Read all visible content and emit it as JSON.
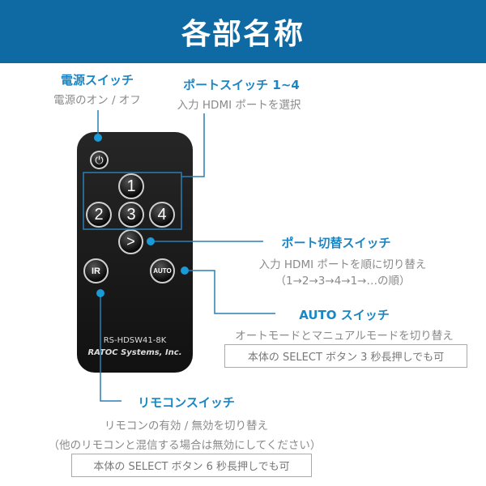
{
  "title": "各部名称",
  "power": {
    "label": "電源スイッチ",
    "desc": "電源のオン / オフ"
  },
  "port": {
    "label": "ポートスイッチ 1~4",
    "desc": "入力 HDMI ポートを選択"
  },
  "cycle": {
    "label": "ポート切替スイッチ",
    "desc1": "入力 HDMI ポートを順に切り替え",
    "desc2": "（1→2→3→4→1→…の順）"
  },
  "auto": {
    "label": "AUTO スイッチ",
    "desc": "オートモードとマニュアルモードを切り替え",
    "note": "本体の SELECT ボタン 3 秒長押しでも可"
  },
  "ir": {
    "label": "リモコンスイッチ",
    "desc1": "リモコンの有効 / 無効を切り替え",
    "desc2": "（他のリモコンと混信する場合は無効にしてください）",
    "note": "本体の SELECT ボタン 6 秒長押しでも可"
  },
  "remote": {
    "power_glyph": "⏻",
    "b1": "1",
    "b2": "2",
    "b3": "3",
    "b4": "4",
    "next": ">",
    "ir": "IR",
    "auto": "AUTO",
    "model": "RS-HDSW41-8K",
    "brand": "RATOC Systems, Inc."
  }
}
